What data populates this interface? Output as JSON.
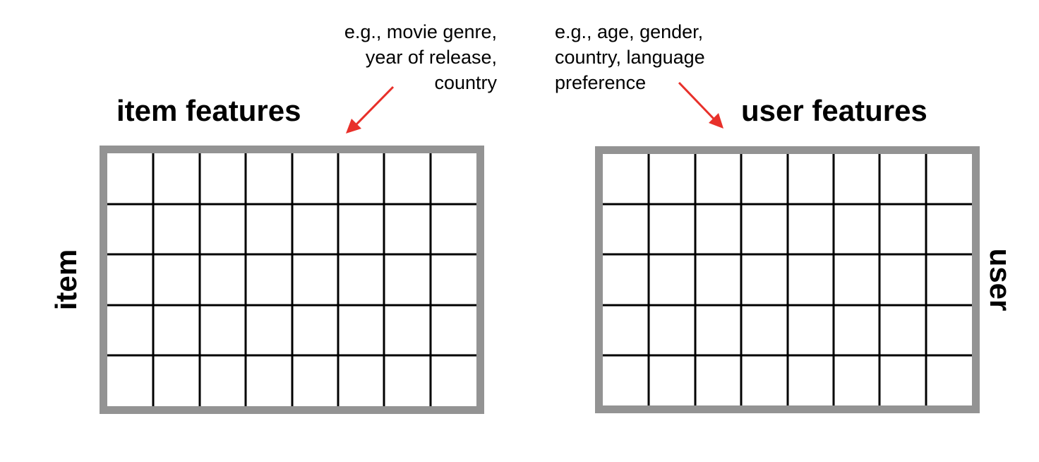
{
  "item_title": "item features",
  "user_title": "user features",
  "item_note": [
    "e.g., movie genre,",
    "year of release,",
    "country"
  ],
  "user_note": [
    "e.g., age, gender,",
    "country, language",
    "preference"
  ],
  "row_label_left": "item",
  "row_label_right": "user",
  "grid": {
    "rows": 5,
    "cols": 8
  },
  "colors": {
    "grid_border": "#939393",
    "arrow": "#e8302a",
    "grid_lines": "#000000"
  }
}
